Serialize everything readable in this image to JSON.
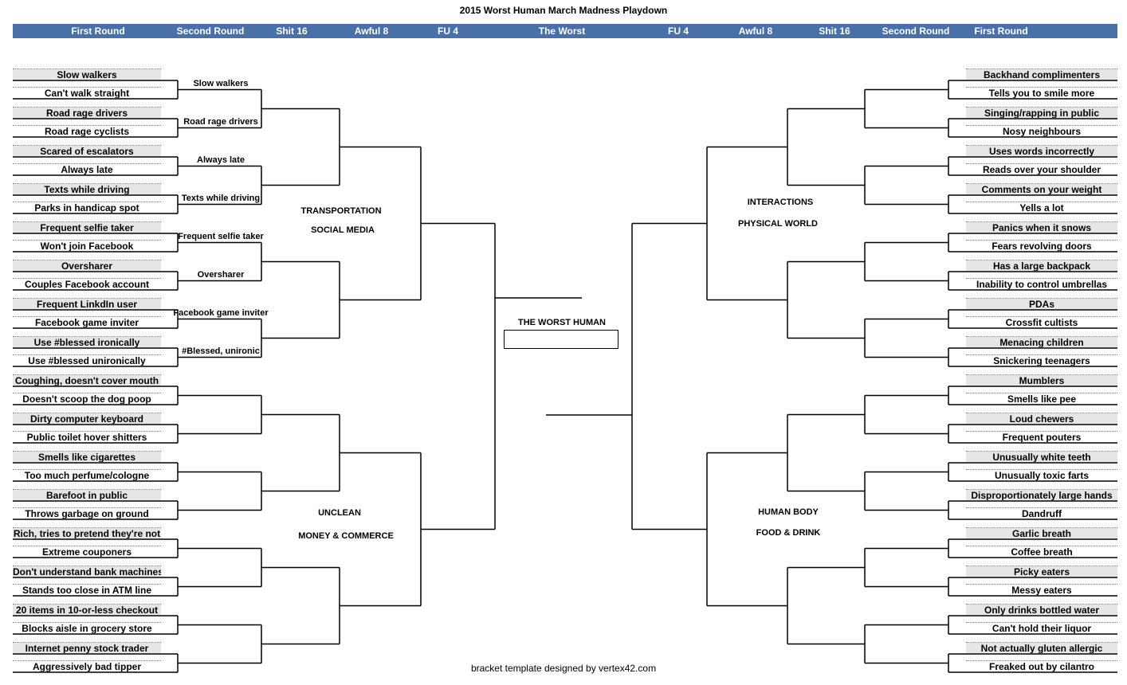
{
  "title": "2015 Worst Human March Madness Playdown",
  "headers": [
    "First Round",
    "Second Round",
    "Shit 16",
    "Awful 8",
    "FU 4",
    "The Worst",
    "FU 4",
    "Awful 8",
    "Shit 16",
    "Second Round",
    "First Round"
  ],
  "left_entries": [
    "Slow walkers",
    "Can't walk straight",
    "Road rage drivers",
    "Road rage cyclists",
    "Scared of escalators",
    "Always late",
    "Texts while driving",
    "Parks in handicap spot",
    "Frequent selfie taker",
    "Won't join Facebook",
    "Oversharer",
    "Couples Facebook account",
    "Frequent LinkdIn user",
    "Facebook game inviter",
    "Use #blessed ironically",
    "Use #blessed unironically",
    "Coughing, doesn't cover mouth",
    "Doesn't scoop the dog poop",
    "Dirty computer keyboard",
    "Public toilet hover shitters",
    "Smells like cigarettes",
    "Too much perfume/cologne",
    "Barefoot in public",
    "Throws garbage on ground",
    "Rich, tries to pretend they're not",
    "Extreme couponers",
    "Don't understand bank machines",
    "Stands too close in ATM line",
    "20 items in 10-or-less checkout",
    "Blocks aisle in grocery store",
    "Internet penny stock trader",
    "Aggressively bad tipper"
  ],
  "right_entries": [
    "Backhand complimenters",
    "Tells you to smile more",
    "Singing/rapping in public",
    "Nosy neighbours",
    "Uses words incorrectly",
    "Reads over your shoulder",
    "Comments on your weight",
    "Yells a lot",
    "Panics when it snows",
    "Fears revolving doors",
    "Has a large backpack",
    "Inability to control umbrellas",
    "PDAs",
    "Crossfit cultists",
    "Menacing children",
    "Snickering teenagers",
    "Mumblers",
    "Smells like pee",
    "Loud chewers",
    "Frequent pouters",
    "Unusually white teeth",
    "Unusually toxic farts",
    "Disproportionately large hands",
    "Dandruff",
    "Garlic breath",
    "Coffee breath",
    "Picky eaters",
    "Messy eaters",
    "Only drinks bottled water",
    "Can't hold their liquor",
    "Not actually gluten allergic",
    "Freaked out by cilantro"
  ],
  "left_round2": [
    "Slow walkers",
    "Road rage drivers",
    "Always late",
    "Texts while driving",
    "Frequent selfie taker",
    "Oversharer",
    "Facebook game inviter",
    "#Blessed, unironic"
  ],
  "regions": {
    "left_top_1": "TRANSPORTATION",
    "left_top_2": "SOCIAL MEDIA",
    "left_bottom_1": "UNCLEAN",
    "left_bottom_2": "MONEY & COMMERCE",
    "right_top_1": "INTERACTIONS",
    "right_top_2": "PHYSICAL WORLD",
    "right_bottom_1": "HUMAN BODY",
    "right_bottom_2": "FOOD & DRINK"
  },
  "winner_label": "THE WORST HUMAN",
  "credit": "bracket template designed by vertex42.com",
  "colors": {
    "header_bg": "#4a70a8",
    "entry_bg": "#e6e6e6"
  }
}
